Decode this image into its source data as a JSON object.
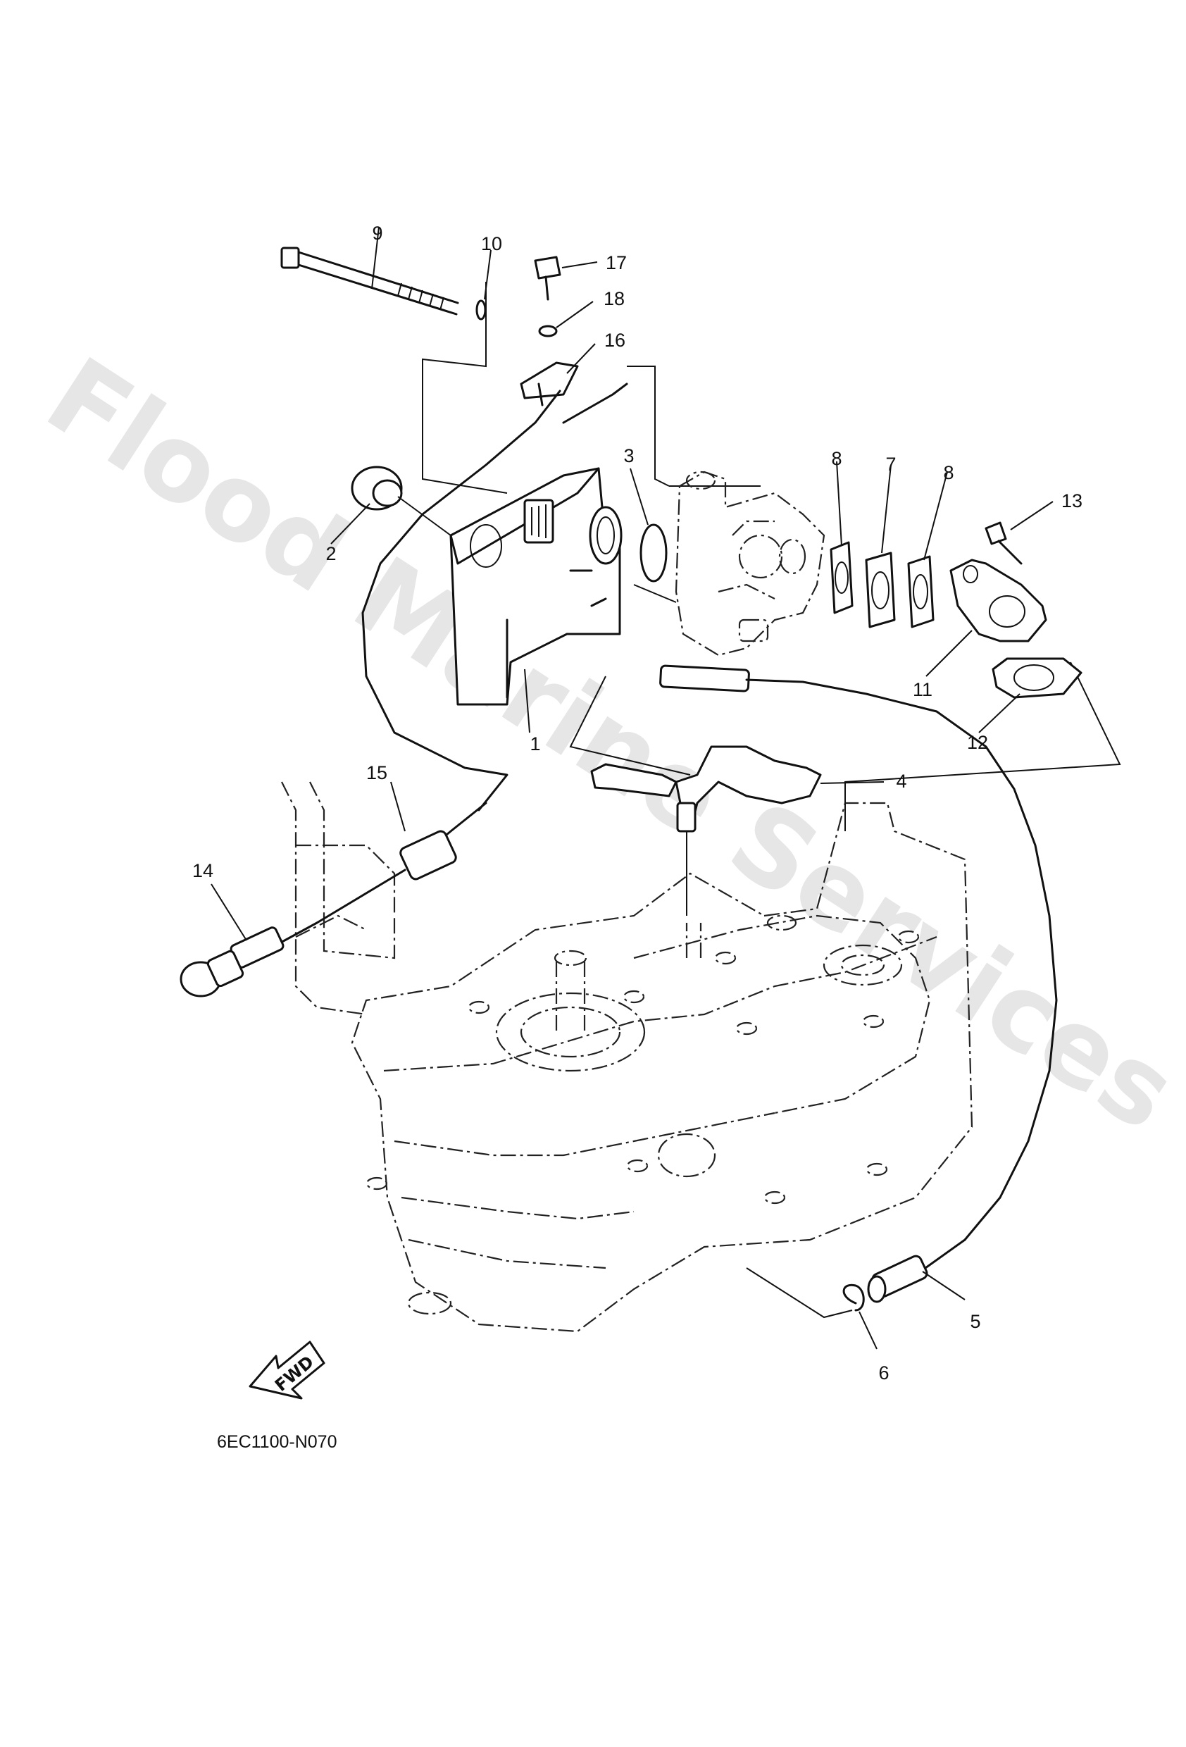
{
  "watermark": "Flood Marine Services",
  "diagram_code": "6EC1100-N070",
  "fwd_label": "FWD",
  "callouts": {
    "c1": "1",
    "c2": "2",
    "c3": "3",
    "c4": "4",
    "c5": "5",
    "c6": "6",
    "c7": "7",
    "c8a": "8",
    "c8b": "8",
    "c9": "9",
    "c10": "10",
    "c11": "11",
    "c12": "12",
    "c13": "13",
    "c14": "14",
    "c15": "15",
    "c16": "16",
    "c17": "17",
    "c18": "18"
  }
}
